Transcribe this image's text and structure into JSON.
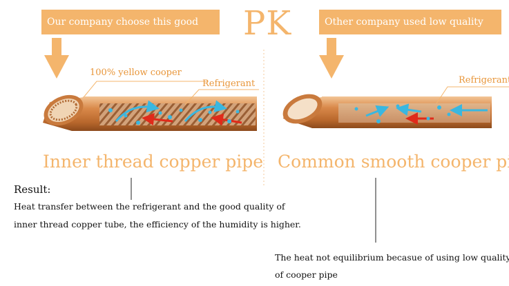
{
  "banner_left": "Our company choose this good",
  "banner_right": "Other company used low quality",
  "pk_title": "PK",
  "left_label_material": "100% yellow cooper",
  "left_label_refrigerant": "Refrigerant",
  "right_label_refrigerant": "Refrigerant",
  "left_caption": "Inner thread copper pipe",
  "right_caption": "Common smooth cooper pipe",
  "result_heading": "Result:",
  "result_line_1": "Heat transfer between the refrigerant and the good quality of",
  "result_line_2": "inner thread copper tube, the efficiency of the humidity is higher.",
  "right_note_line_1": "The heat not equilibrium becasue of using low quality",
  "right_note_line_2": "of cooper pipe",
  "colors": {
    "banner": "#f4b56c",
    "accent_text": "#e8963a",
    "copper": "#c87433",
    "refrigerant_blue": "#3ab7e0",
    "refrigerant_red": "#e02a1a"
  }
}
